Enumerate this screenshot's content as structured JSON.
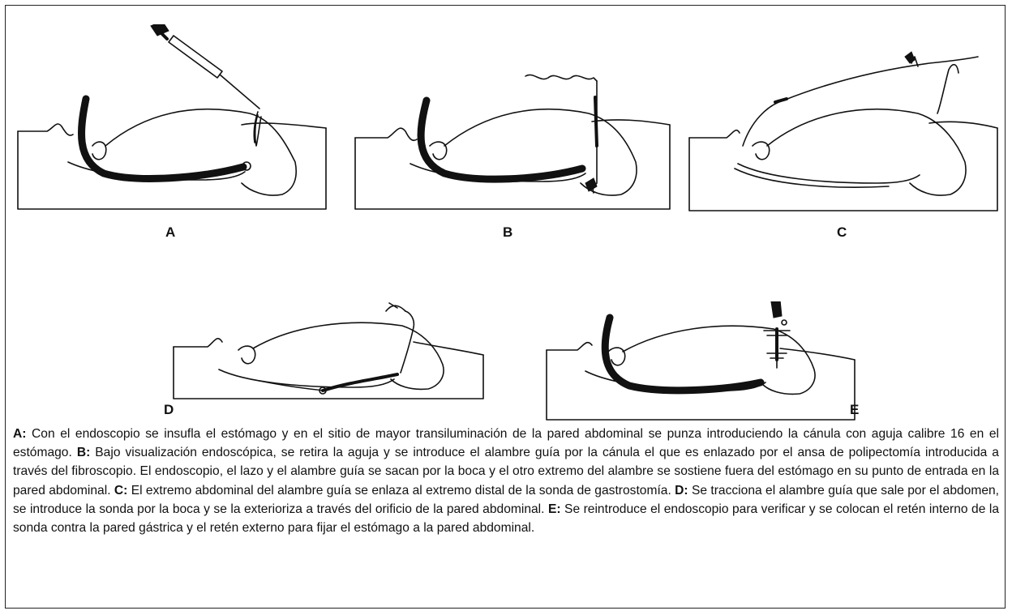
{
  "panels": [
    {
      "id": "A",
      "label": "A"
    },
    {
      "id": "B",
      "label": "B"
    },
    {
      "id": "C",
      "label": "C"
    },
    {
      "id": "D",
      "label": "D"
    },
    {
      "id": "E",
      "label": "E"
    }
  ],
  "caption": [
    {
      "label": "A:",
      "text": " Con el endoscopio se insufla el estómago y en el sitio de mayor transiluminación de la pared abdominal se punza introduciendo la cánula con aguja calibre 16 en el estómago. "
    },
    {
      "label": "B:",
      "text": " Bajo visualización endoscópica, se retira la aguja y se introduce el alambre guía por la cánula el que es enlazado por el ansa de polipectomía introducida a través del fibroscopio. El endoscopio, el lazo y el alambre guía se sacan por la boca y el otro extremo del alambre se sostiene fuera del estómago en su punto de entrada en la pared abdominal. "
    },
    {
      "label": "C:",
      "text": " El extremo abdominal del alambre guía se enlaza al extremo distal de la sonda de gastrostomía. "
    },
    {
      "label": "D:",
      "text": " Se tracciona el alambre guía que sale por el abdomen, se introduce la sonda por la boca y se la exterioriza a través del orificio de la pared abdominal. "
    },
    {
      "label": "E:",
      "text": " Se reintroduce el endoscopio para verificar y se colocan el retén interno de la sonda contra la pared gástrica y el retén externo para fijar el estómago a la pared abdominal."
    }
  ]
}
